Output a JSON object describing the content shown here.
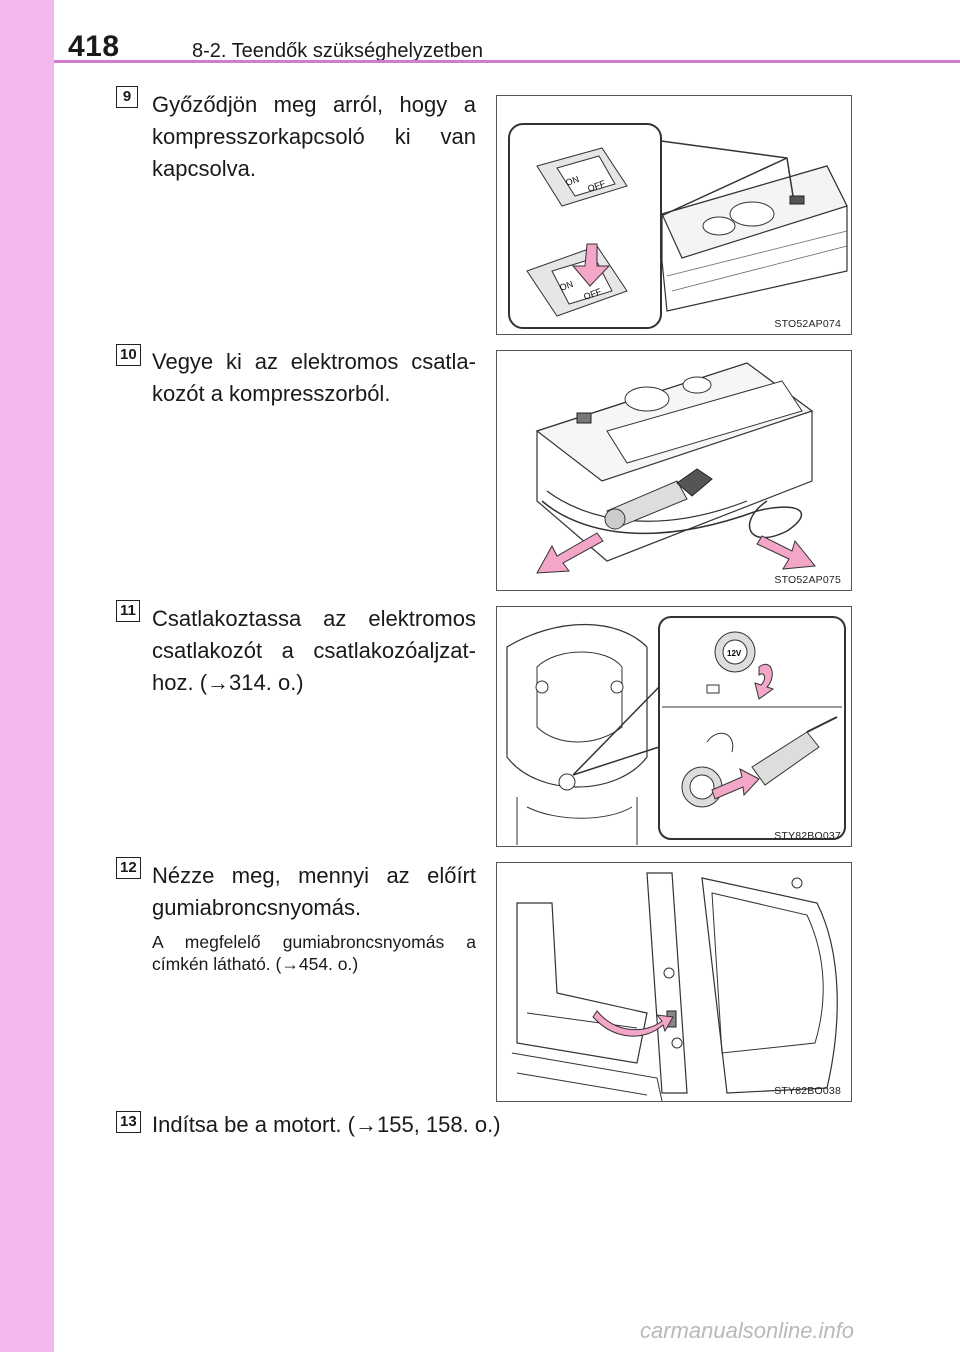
{
  "header": {
    "page_number": "418",
    "section_title": "8-2. Teendők szükséghelyzetben"
  },
  "steps": [
    {
      "number": "9",
      "text": "Győződjön meg arról, hogy a kompresszorkapcsoló ki van kap­csolva.",
      "figure": {
        "code": "STO52AP074",
        "labels": {
          "on_top": "ON",
          "off_top": "OFF",
          "on_bottom": "ON",
          "off_bottom": "OFF"
        }
      }
    },
    {
      "number": "10",
      "text": "Vegye ki az elektromos csatla­kozót a kompresszorból.",
      "figure": {
        "code": "STO52AP075"
      }
    },
    {
      "number": "11",
      "text": "Csatlakoztassa az elektromos csatlakozót a csatlakozóaljzat­hoz. (→314. o.)",
      "figure": {
        "code": "STY82BO037",
        "labels": {
          "socket": "12V"
        }
      }
    },
    {
      "number": "12",
      "text": "Nézze meg, mennyi az előírt gumiabroncsnyomás.",
      "note": "A megfelelő gumiabroncsnyomás a címkén látható. (→454. o.)",
      "figure": {
        "code": "STY82BO038"
      }
    },
    {
      "number": "13",
      "text": "Indítsa be a motort. (→155, 158. o.)"
    }
  ],
  "watermark": "carmanualsonline.info",
  "colors": {
    "side_band": "#f2b8ee",
    "header_rule": "#d07ad0",
    "arrow_pink": "#f4a6c8"
  }
}
